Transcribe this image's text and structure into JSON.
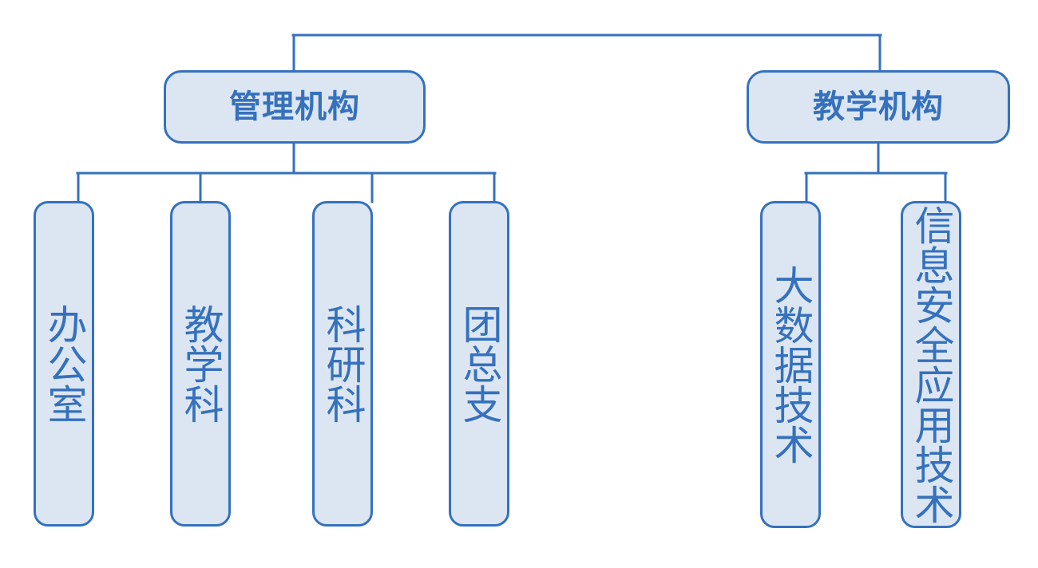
{
  "diagram": {
    "type": "organization-chart",
    "title": "",
    "orientation": "top-down",
    "colors": {
      "node_fill": "#dce6f3",
      "node_border": "#3571bd",
      "node_text": "#3571bd",
      "connector": "#3571bd",
      "background": "#ffffff"
    },
    "root": {
      "label": "",
      "visible": false
    },
    "branches": [
      {
        "id": "admin",
        "label": "管理机构",
        "bold": true,
        "orientation": "horizontal",
        "children": [
          {
            "id": "office",
            "label": "办公室",
            "orientation": "vertical"
          },
          {
            "id": "teaching-section",
            "label": "教学科",
            "orientation": "vertical"
          },
          {
            "id": "research-section",
            "label": "科研科",
            "orientation": "vertical"
          },
          {
            "id": "youth-league",
            "label": "团总支",
            "orientation": "vertical"
          }
        ]
      },
      {
        "id": "academic",
        "label": "教学机构",
        "bold": true,
        "orientation": "horizontal",
        "children": [
          {
            "id": "big-data",
            "label": "大数据技术",
            "orientation": "vertical"
          },
          {
            "id": "info-security",
            "label": "信息安全应用技术",
            "orientation": "vertical"
          }
        ]
      }
    ]
  }
}
